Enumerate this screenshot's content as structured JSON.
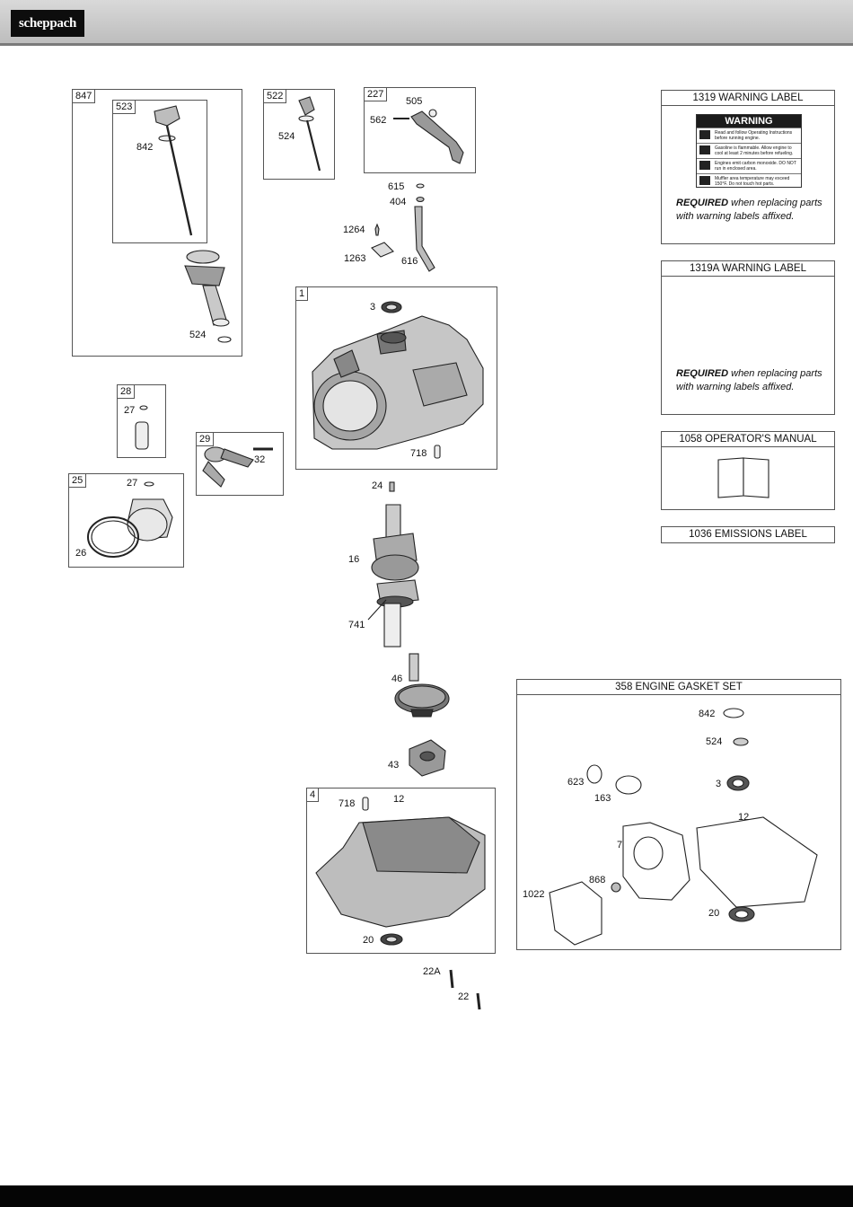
{
  "header": {
    "logo": "scheppach"
  },
  "assemblies": {
    "a847": {
      "tag": "847"
    },
    "a523": {
      "tag": "523"
    },
    "a522": {
      "tag": "522"
    },
    "a227": {
      "tag": "227"
    },
    "a1": {
      "tag": "1"
    },
    "a28": {
      "tag": "28"
    },
    "a29": {
      "tag": "29"
    },
    "a25": {
      "tag": "25"
    },
    "a4": {
      "tag": "4"
    }
  },
  "part_labels": {
    "p842": "842",
    "p524a": "524",
    "p524b": "524",
    "p505": "505",
    "p562": "562",
    "p615": "615",
    "p404": "404",
    "p1264": "1264",
    "p1263": "1263",
    "p616": "616",
    "p3": "3",
    "p718a": "718",
    "p27a": "27",
    "p27b": "27",
    "p32": "32",
    "p26": "26",
    "p24": "24",
    "p16": "16",
    "p741": "741",
    "p46": "46",
    "p43": "43",
    "p718b": "718",
    "p12a": "12",
    "p20a": "20",
    "p22A": "22A",
    "p22": "22"
  },
  "labels_panel": {
    "warning_1319": {
      "title": "1319 WARNING LABEL",
      "sticker_title": "WARNING",
      "lines": [
        "Read and follow Operating Instructions before running engine.",
        "Gasoline is flammable. Allow engine to cool at least 2 minutes before refueling.",
        "Engines emit carbon monoxide. DO NOT run in enclosed area.",
        "Muffler area temperature may exceed 150°F. Do not touch hot parts."
      ],
      "req_bold": "REQUIRED",
      "req_rest": " when replacing parts with warning labels affixed."
    },
    "warning_1319a": {
      "title": "1319A WARNING LABEL",
      "req_bold": "REQUIRED",
      "req_rest": " when replacing parts with warning labels affixed."
    },
    "manual_1058": {
      "title": "1058 OPERATOR'S MANUAL"
    },
    "emissions_1036": {
      "title": "1036 EMISSIONS LABEL"
    }
  },
  "gasket_set": {
    "title": "358 ENGINE GASKET SET",
    "labels": {
      "g842": "842",
      "g524": "524",
      "g623": "623",
      "g163": "163",
      "g3": "3",
      "g12": "12",
      "g7": "7",
      "g868": "868",
      "g1022": "1022",
      "g20": "20"
    }
  }
}
